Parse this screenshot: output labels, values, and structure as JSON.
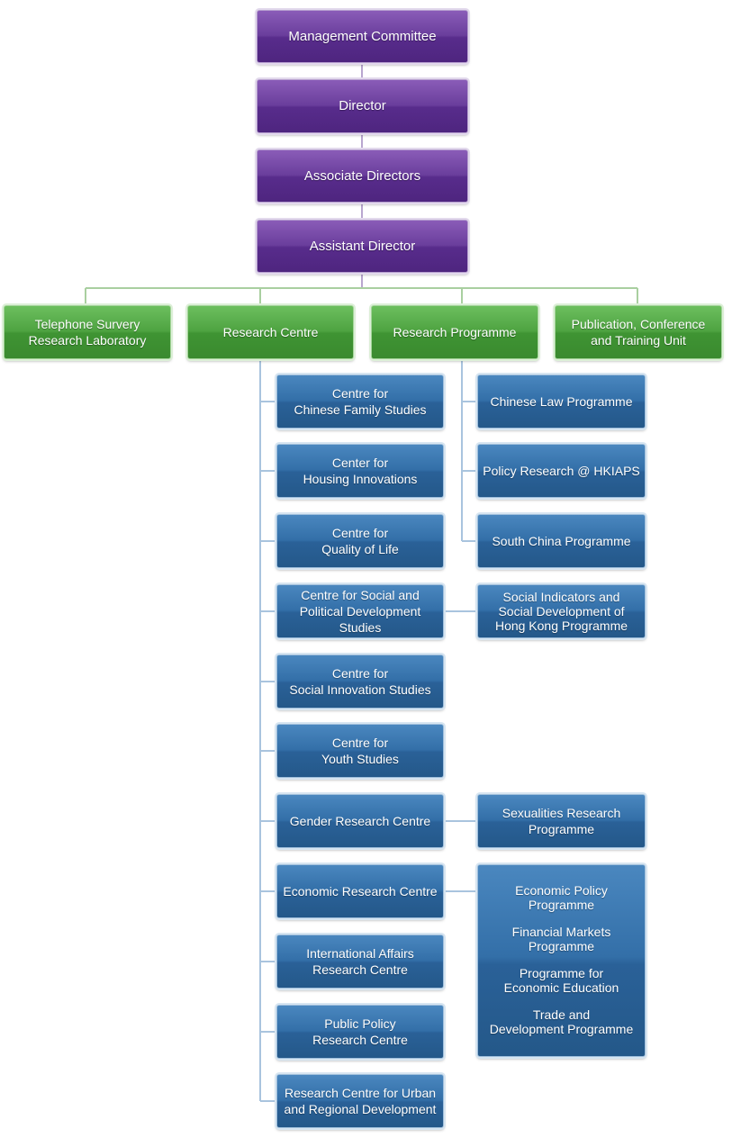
{
  "colors": {
    "executive": "#6a3e9c",
    "unit": "#4ea341",
    "centre": "#336fa8",
    "connector": "#a9c4de",
    "connector_top": "#b9a6cf"
  },
  "executive": {
    "management_committee": "Management Committee",
    "director": "Director",
    "associate_directors": "Associate Directors",
    "assistant_director": "Assistant Director"
  },
  "units": {
    "telephone_survey": "Telephone Survery\nResearch Laboratory",
    "research_centre": "Research Centre",
    "research_programme": "Research Programme",
    "publication": "Publication, Conference\nand Training Unit"
  },
  "centres": {
    "chinese_family": "Centre for\nChinese Family Studies",
    "housing": "Center for\nHousing Innovations",
    "quality_of_life": "Centre for\nQuality of Life",
    "social_political": "Centre for Social and\nPolitical Development Studies",
    "social_innovation": "Centre for\nSocial Innovation Studies",
    "youth": "Centre for\nYouth Studies",
    "gender": "Gender Research Centre",
    "economic": "Economic Research Centre",
    "international": "International Affairs\nResearch Centre",
    "public_policy": "Public Policy\nResearch Centre",
    "urban_regional": "Research Centre for Urban\nand Regional Development"
  },
  "programmes": {
    "chinese_law": "Chinese Law Programme",
    "policy_research": "Policy Research @ HKIAPS",
    "south_china": "South China Programme",
    "social_indicators": "Social Indicators and\nSocial Development of\nHong Kong Programme",
    "sexualities": "Sexualities Research\nProgramme",
    "economic_group": [
      "Economic Policy\nProgramme",
      "Financial Markets\nProgramme",
      "Programme for\nEconomic Education",
      "Trade and\nDevelopment Programme"
    ]
  }
}
